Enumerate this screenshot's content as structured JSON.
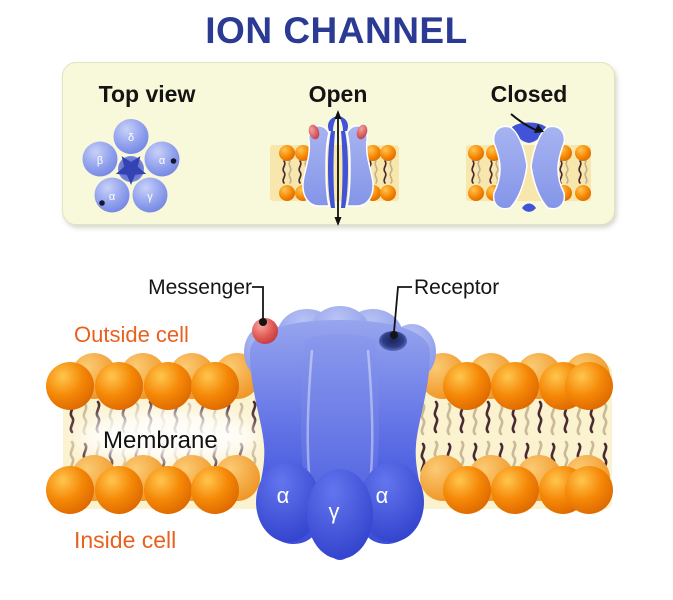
{
  "title": "ION CHANNEL",
  "panel": {
    "figures": [
      {
        "id": "top-view",
        "label": "Top view",
        "subunits": [
          "δ",
          "β",
          "α",
          "α",
          "γ"
        ]
      },
      {
        "id": "open",
        "label": "Open"
      },
      {
        "id": "closed",
        "label": "Closed"
      }
    ]
  },
  "diagram": {
    "labels": {
      "messenger": "Messenger",
      "receptor": "Receptor",
      "outside": "Outside cell",
      "membrane": "Membrane",
      "inside": "Inside cell"
    },
    "subunits": [
      "α",
      "γ",
      "α"
    ]
  },
  "colors": {
    "title_blue": "#2B3A93",
    "label_orange": "#E8611F",
    "panel_background": "#F8F8DA",
    "lipid_orange": "#F58807",
    "membrane_cream": "#FBF2CF",
    "channel_blue": "#4355DC",
    "channel_light_blue": "#8E9EEA",
    "messenger_red": "#E25A55"
  }
}
